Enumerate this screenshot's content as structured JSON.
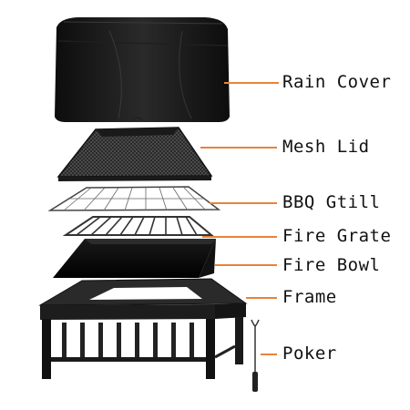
{
  "accent_color": "#e8833a",
  "parts": [
    {
      "name": "Rain Cover"
    },
    {
      "name": "Mesh Lid"
    },
    {
      "name": "BBQ Gtill"
    },
    {
      "name": "Fire Grate"
    },
    {
      "name": "Fire Bowl"
    },
    {
      "name": "Frame"
    },
    {
      "name": "Poker"
    }
  ]
}
